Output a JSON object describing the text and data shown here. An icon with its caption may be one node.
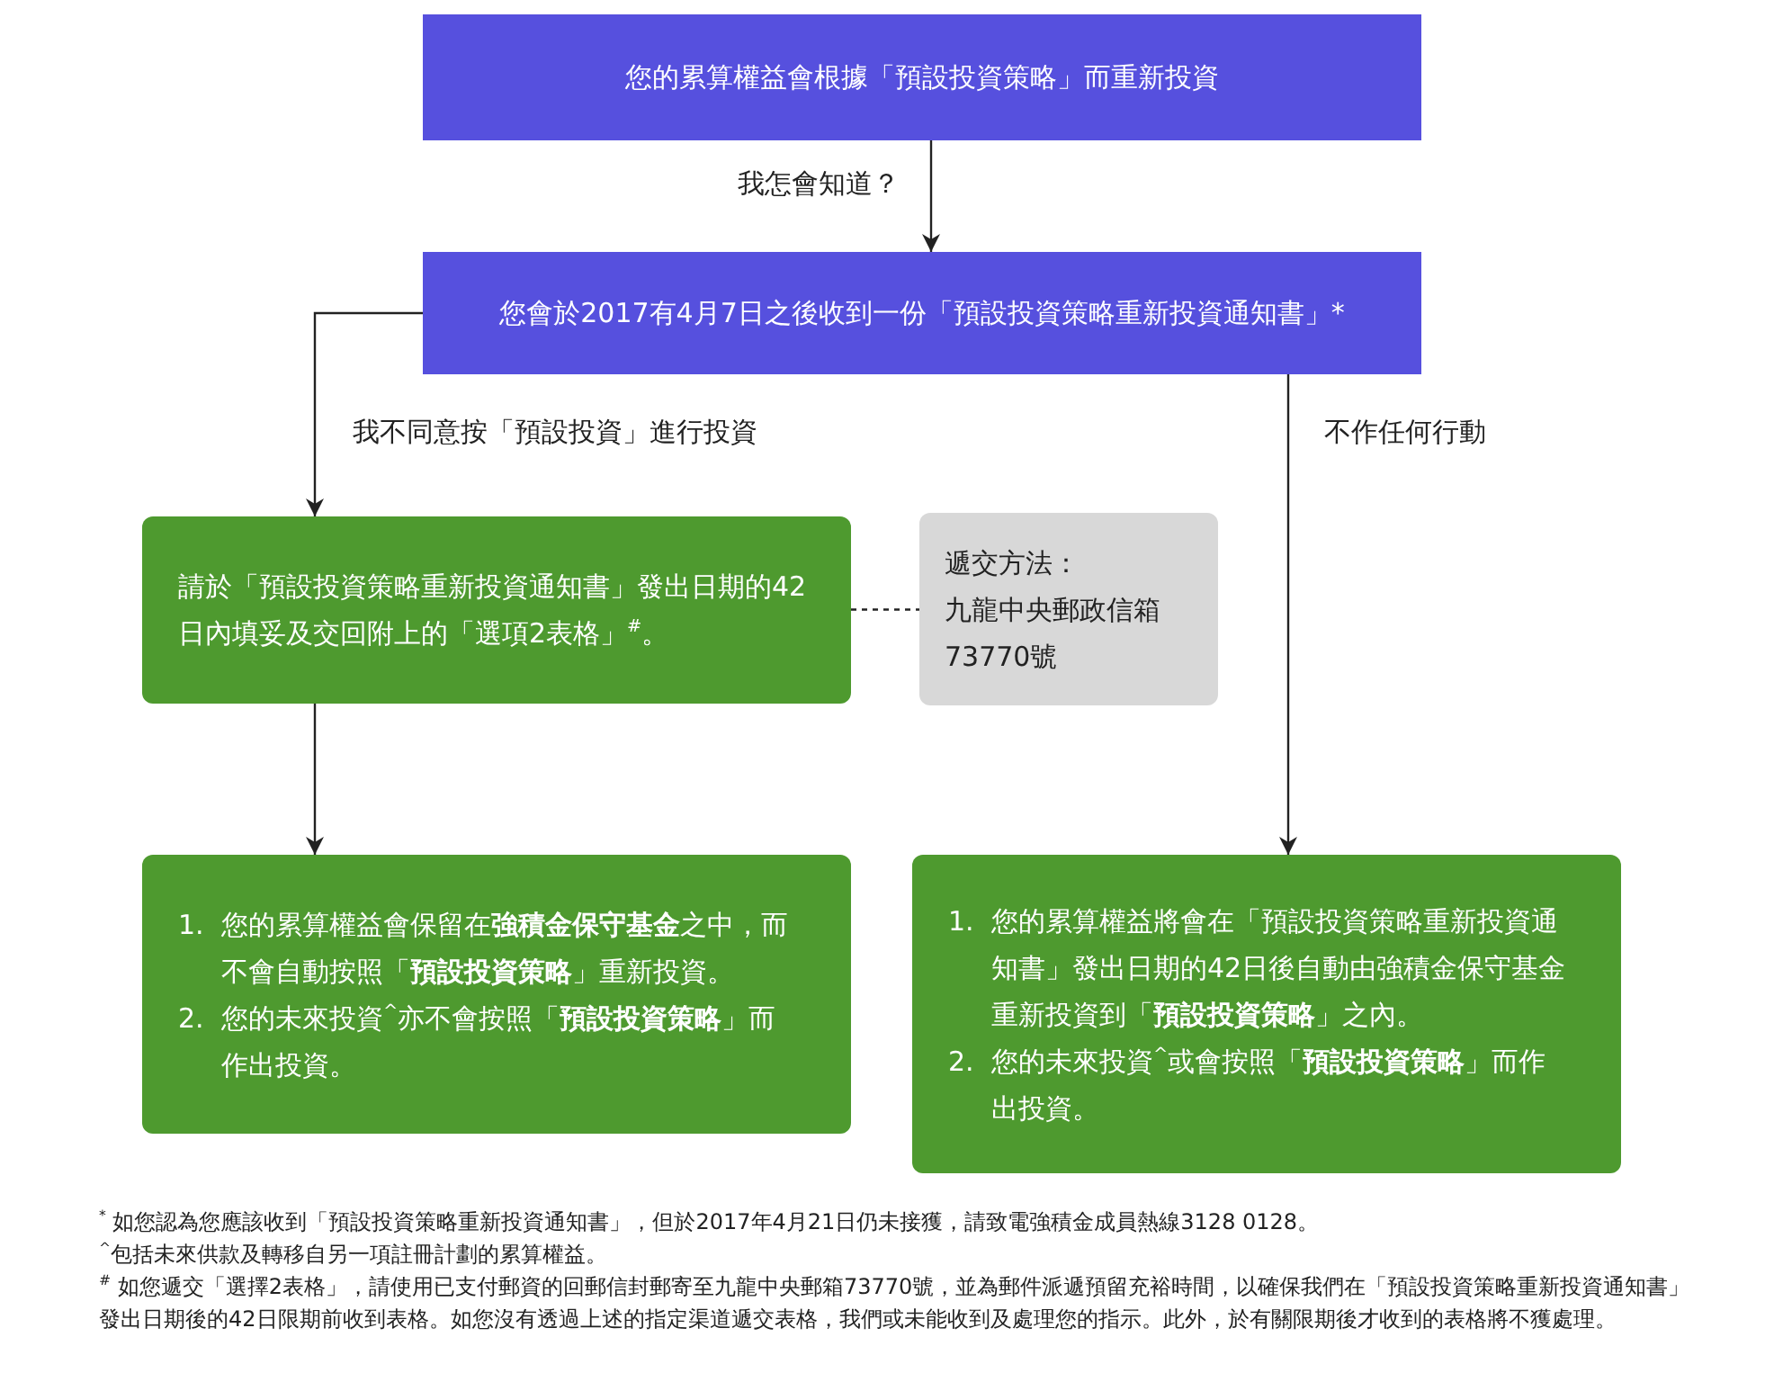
{
  "diagram": {
    "nodes": [
      {
        "text": [
          "您的累算權益會根據「預設投資策略」而重新投資"
        ]
      },
      {
        "text": [
          "您會於2017有4月7日之後收到一份「預設投資策略重新投資通知書」*"
        ]
      },
      {
        "text": [
          "請於「預設投資策略重新投資通知書」發出日期的42日內填妥及交回附上的「選項2表格」$^{#}$。"
        ]
      },
      {
        "text": [
          "遞交方法：",
          "九龍中央郵政信箱73770號"
        ]
      },
      {
        "text": [
          "1.",
          "您的累算權益會保留在**強積金保守基金**之中，而不會自動按照「**預設投資策略**」重新投資。",
          "2.",
          "您的未來投資$^{^}$亦不會按照「**預設投資策略**」而作出投資。"
        ]
      },
      {
        "text": [
          "1.",
          "您的累算權益將會在「預設投資策略重新投資通知書」發出日期的42日後自動由強積金保守基金重新投資到「**預設投資策略**」之內。",
          "2.",
          "您的未來投資$^{^}$或會按照「**預設投資策略**」而作出投資。"
        ]
      }
    ],
    "edges": [
      {
        "from": 0,
        "to": 1,
        "arrow": "to",
        "label": "我怎會知道？"
      },
      {
        "from": 1,
        "to": 2,
        "arrow": "to",
        "label": "我不同意按「預設投資」進行投資"
      },
      {
        "from": 1,
        "to": 5,
        "arrow": "to",
        "label": "不作任何行動"
      },
      {
        "from": 2,
        "to": 4,
        "arrow": "to"
      },
      {
        "from": 2,
        "to": 3,
        "arrow": "none",
        "style": "dashed"
      }
    ],
    "labels": [
      "$^{*}$ 如您認為您應該收到「預設投資策略重新投資通知書」，但於2017年4月21日仍未接獲，請致電強積金成員熱線3128 0128。",
      "$^{^}$包括未來供款及轉移自另一項註冊計劃的累算權益。",
      "$^{#}$ 如您遞交「選擇2表格」，請使用已支付郵資的回郵信封郵寄至九龍中央郵箱73770號，並為郵件派遞預留充裕時間，以確保我們在「預設投資策略重新投資通知書」發出日期後的42日限期前收到表格。如您沒有透過上述的指定渠道遞交表格，我們或未能收到及處理您的指示。此外，於有關限期後才收到的表格將不獲處理。"
    ]
  }
}
